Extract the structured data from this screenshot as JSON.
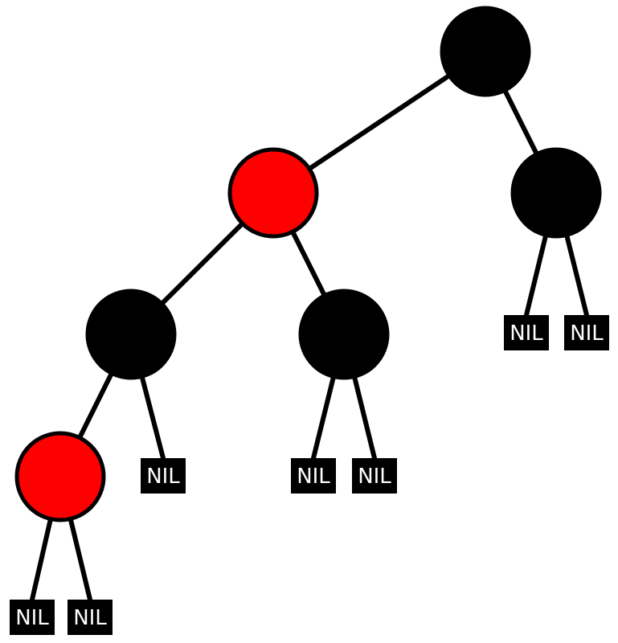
{
  "colors": {
    "black_node": "#000000",
    "red_node": "#ff0000",
    "nil_fill": "#000000",
    "nil_text": "#ffffff",
    "edge": "#000000",
    "background": "#ffffff"
  },
  "nil_label": "NIL",
  "tree": {
    "color": "black",
    "children": [
      {
        "color": "red",
        "children": [
          {
            "color": "black",
            "children": [
              {
                "color": "red",
                "children": [
                  {
                    "nil": true
                  },
                  {
                    "nil": true
                  }
                ]
              },
              {
                "nil": true
              }
            ]
          },
          {
            "color": "black",
            "children": [
              {
                "nil": true
              },
              {
                "nil": true
              }
            ]
          }
        ]
      },
      {
        "color": "black",
        "children": [
          {
            "nil": true
          },
          {
            "nil": true
          }
        ]
      }
    ]
  }
}
